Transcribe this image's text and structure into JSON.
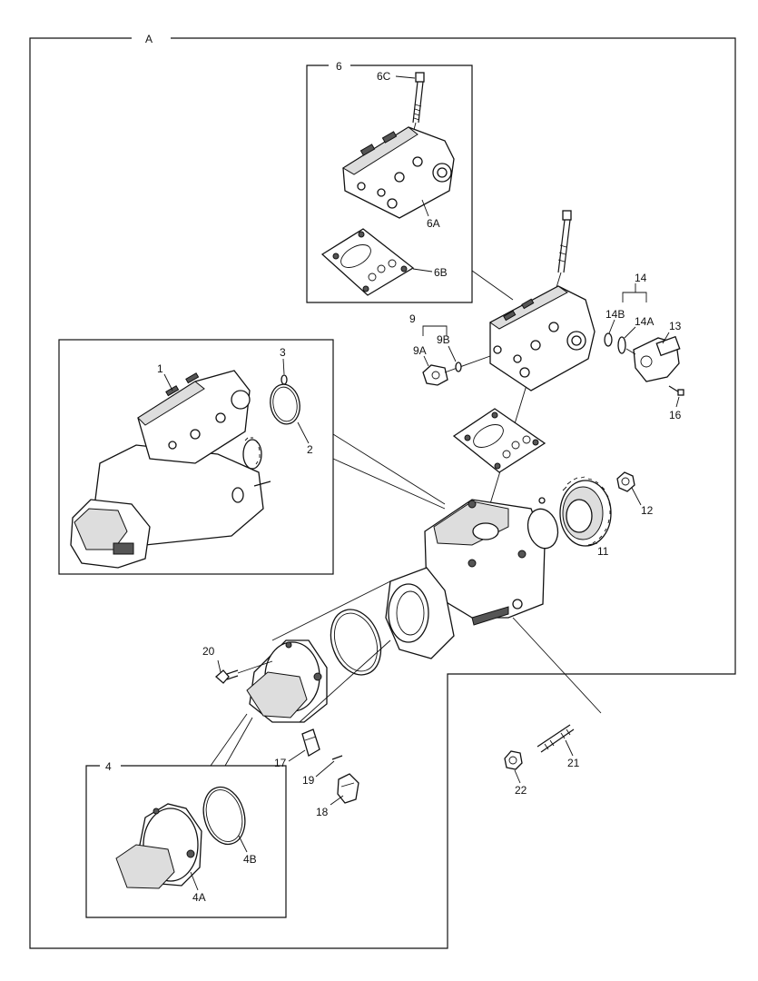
{
  "frames": {
    "main": "A",
    "detail_6": "6",
    "detail_4": "4"
  },
  "callouts": {
    "c1": "1",
    "c2": "2",
    "c3": "3",
    "c4A": "4A",
    "c4B": "4B",
    "c6A": "6A",
    "c6B": "6B",
    "c6C": "6C",
    "c9": "9",
    "c9A": "9A",
    "c9B": "9B",
    "c11": "11",
    "c12": "12",
    "c13": "13",
    "c14": "14",
    "c14A": "14A",
    "c14B": "14B",
    "c16": "16",
    "c17": "17",
    "c18": "18",
    "c19": "19",
    "c20": "20",
    "c21": "21",
    "c22": "22"
  }
}
